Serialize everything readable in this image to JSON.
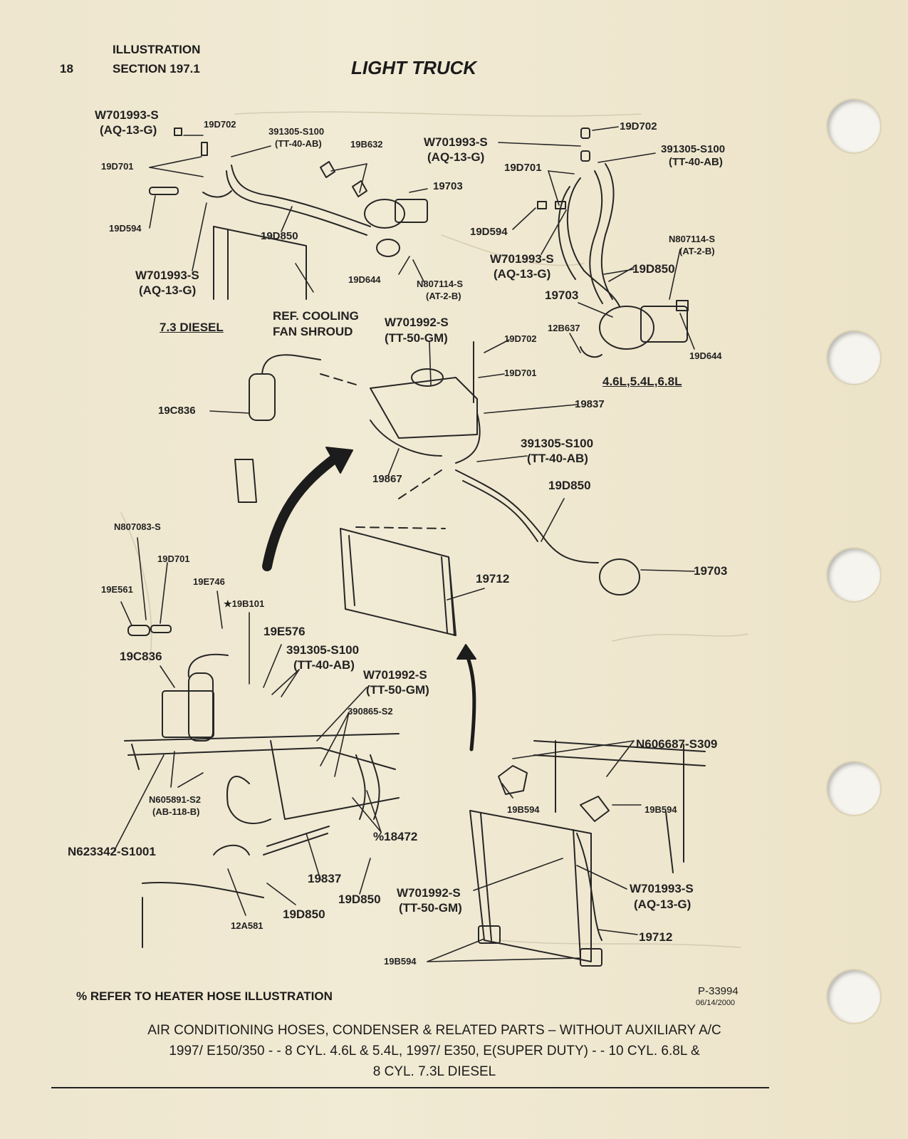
{
  "header": {
    "page_number": "18",
    "line1": "ILLUSTRATION",
    "line2": "SECTION 197.1",
    "title": "LIGHT TRUCK"
  },
  "diesel_group": {
    "w701993_a": "W701993-S",
    "aq13g_a": "(AQ-13-G)",
    "p19d702": "19D702",
    "p391305": "391305-S100",
    "tt40ab": "(TT-40-AB)",
    "p19b632": "19B632",
    "p19d701": "19D701",
    "p19703": "19703",
    "p19d594": "19D594",
    "p19d850": "19D850",
    "w701993_b": "W701993-S",
    "aq13g_b": "(AQ-13-G)",
    "p19d644": "19D644",
    "n807114": "N807114-S",
    "at2b": "(AT-2-B)",
    "engine_label": "7.3 DIESEL",
    "ref_1": "REF. COOLING",
    "ref_2": "FAN SHROUD"
  },
  "gas_group": {
    "p19d702": "19D702",
    "w701993_a": "W701993-S",
    "aq13g_a": "(AQ-13-G)",
    "p391305": "391305-S100",
    "tt40ab": "(TT-40-AB)",
    "p19d701": "19D701",
    "p19d594": "19D594",
    "w701993_b": "W701993-S",
    "aq13g_b": "(AQ-13-G)",
    "n807114": "N807114-S",
    "at2b": "(AT-2-B)",
    "p19d850": "19D850",
    "p19703": "19703",
    "p12b637": "12B637",
    "p19d644": "19D644",
    "engine_label": "4.6L,5.4L,6.8L"
  },
  "middle_group": {
    "w701992": "W701992-S",
    "tt50gm": "(TT-50-GM)",
    "p19d702": "19D702",
    "p19d701": "19D701",
    "p19c836": "19C836",
    "p19837": "19837",
    "p391305": "391305-S100",
    "tt40ab": "(TT-40-AB)",
    "p19867": "19867",
    "p19d850": "19D850",
    "p19712": "19712",
    "p19703": "19703"
  },
  "lower_left_group": {
    "n807083": "N807083-S",
    "p19d701": "19D701",
    "p19e746": "19E746",
    "p19e561": "19E561",
    "p19b101": "★19B101",
    "p19e576": "19E576",
    "p391305": "391305-S100",
    "tt40ab": "(TT-40-AB)",
    "p19c836": "19C836",
    "w701992": "W701992-S",
    "tt50gm": "(TT-50-GM)",
    "p390865": "390865-S2",
    "n605891": "N605891-S2",
    "ab118b": "(AB-118-B)",
    "p18472": "%18472",
    "n623342": "N623342-S1001",
    "p19837": "19837",
    "p19d850_a": "19D850",
    "p19d850_b": "19D850",
    "p12a581": "12A581"
  },
  "lower_right_group": {
    "n606687": "N606687-S309",
    "p19b594_a": "19B594",
    "p19b594_b": "19B594",
    "w701992": "W701992-S",
    "tt50gm": "(TT-50-GM)",
    "w701993": "W701993-S",
    "aq13g": "(AQ-13-G)",
    "p19712": "19712",
    "p19b594_c": "19B594"
  },
  "footer": {
    "note": "% REFER TO HEATER HOSE ILLUSTRATION",
    "illustration_number": "P-33994",
    "date": "06/14/2000",
    "caption_1": "AIR CONDITIONING HOSES, CONDENSER & RELATED PARTS – WITHOUT AUXILIARY A/C",
    "caption_2": "1997/ E150/350 - - 8 CYL. 4.6L & 5.4L, 1997/ E350, E(SUPER DUTY) - - 10 CYL. 6.8L &",
    "caption_3": "8 CYL. 7.3L DIESEL"
  }
}
